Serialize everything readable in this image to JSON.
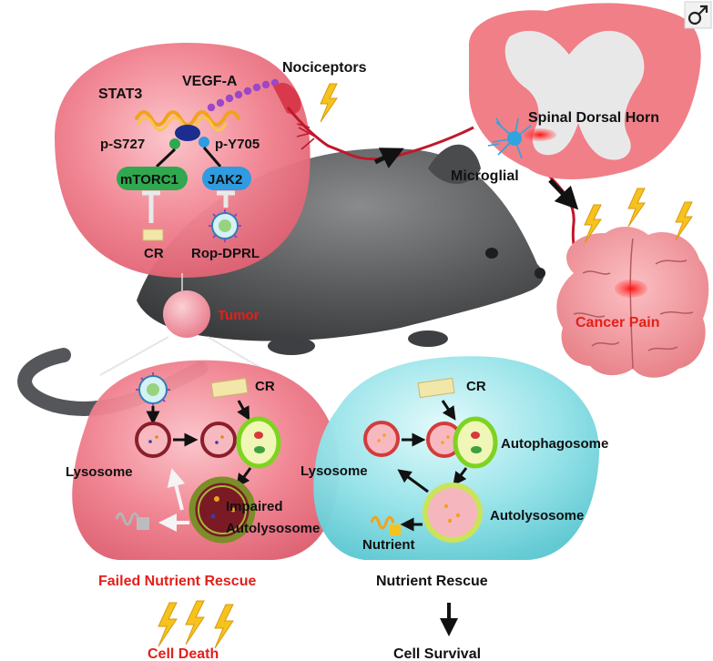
{
  "labels": {
    "stat3": "STAT3",
    "vegfa": "VEGF-A",
    "nociceptors": "Nociceptors",
    "ps727": "p-S727",
    "py705": "p-Y705",
    "mtorc1": "mTORC1",
    "jak2": "JAK2",
    "cr_top": "CR",
    "rop_dprl": "Rop-DPRL",
    "spinal_dorsal_horn": "Spinal Dorsal Horn",
    "microglial": "Microglial",
    "tumor": "Tumor",
    "cancer_pain": "Cancer Pain",
    "left_cr": "CR",
    "left_lysosome": "Lysosome",
    "impaired": "Impaired",
    "autolysosome_impaired": "Autolysosome",
    "failed_rescue": "Failed Nutrient  Rescue",
    "cell_death": "Cell Death",
    "right_cr": "CR",
    "autophagosome": "Autophagosome",
    "right_lysosome": "Lysosome",
    "autolysosome": "Autolysosome",
    "nutrient": "Nutrient",
    "nutrient_rescue": "Nutrient Rescue",
    "cell_survival": "Cell Survival"
  },
  "icons": {
    "corner": "male-symbol-icon"
  },
  "colors": {
    "tumor_pink": "#f0808e",
    "cyan_cell": "#8fe0e6",
    "mouse_gray": "#58595b",
    "red_text": "#e3201b",
    "lightning": "#f6c21c",
    "mtorc1_green": "#2fa84f",
    "jak2_blue": "#2f9be0",
    "stat3_navy": "#1b2d8f",
    "nerve_red": "#c0182a",
    "brain_pink": "#ef8c92"
  }
}
